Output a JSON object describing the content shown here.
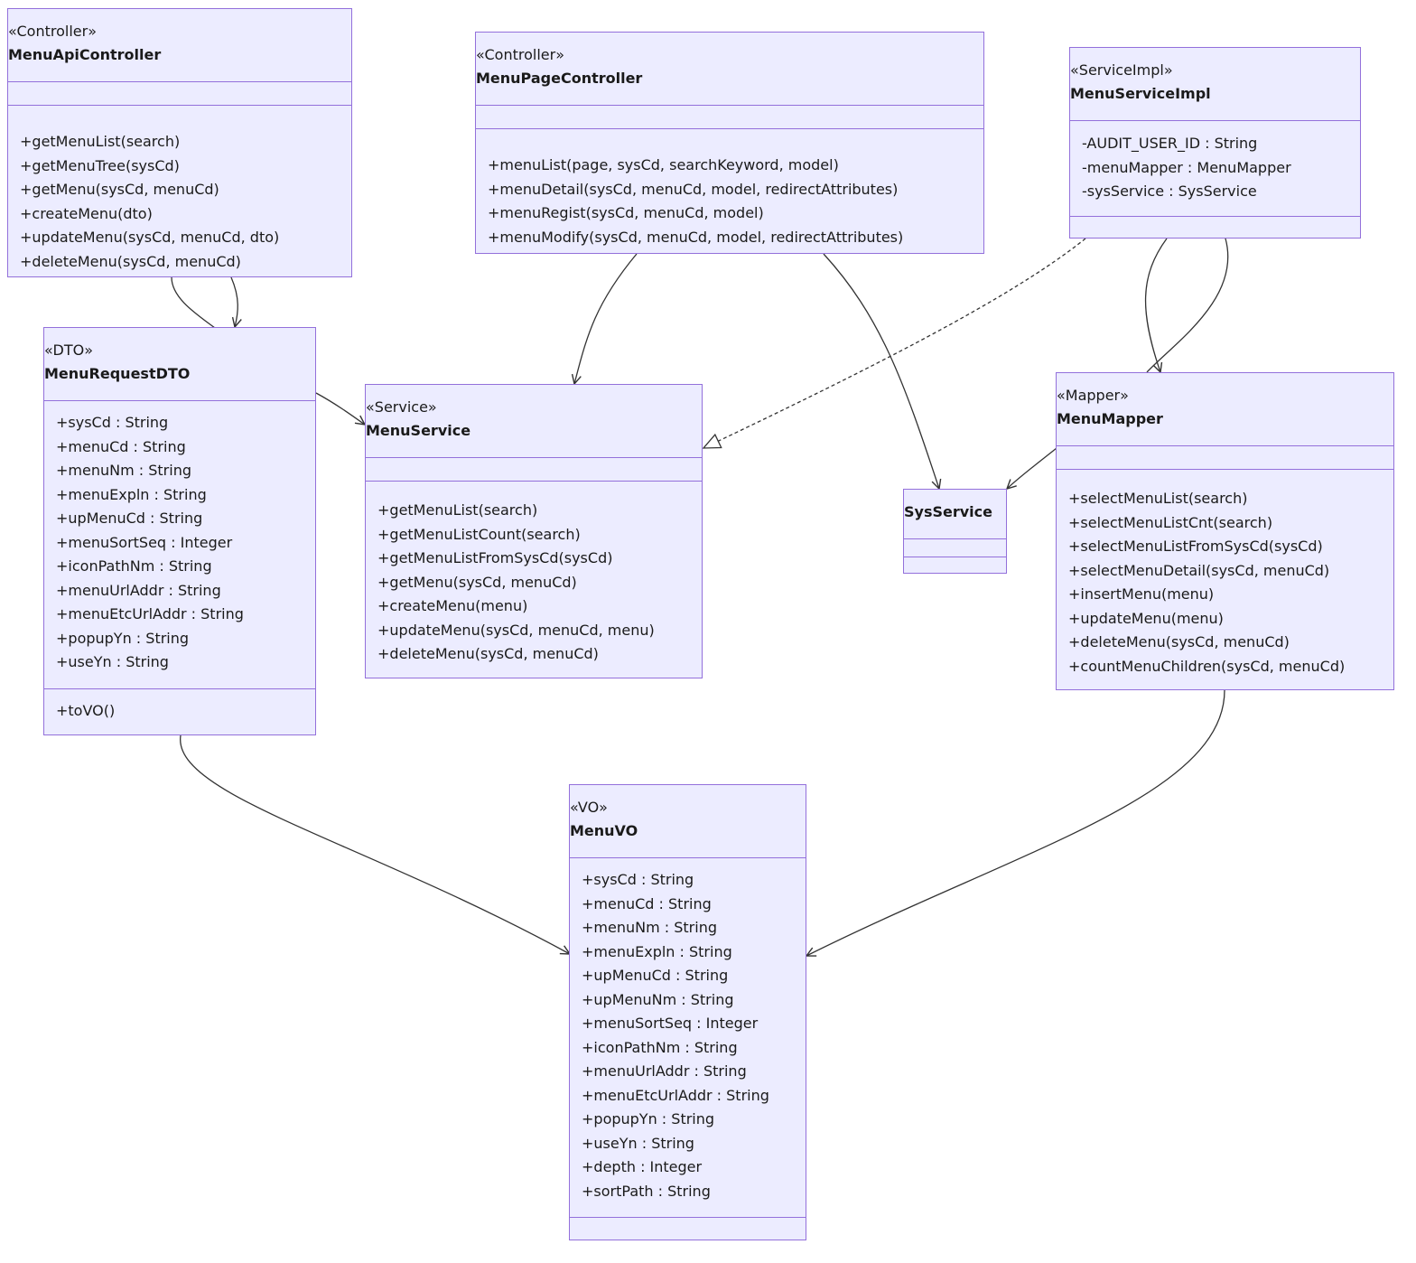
{
  "classes": [
    {
      "id": "menu-api-controller",
      "stereotype": "«Controller»",
      "name": "MenuApiController",
      "attributes": [],
      "methods": [
        "+getMenuList(search)",
        "+getMenuTree(sysCd)",
        "+getMenu(sysCd, menuCd)",
        "+createMenu(dto)",
        "+updateMenu(sysCd, menuCd, dto)",
        "+deleteMenu(sysCd, menuCd)"
      ]
    },
    {
      "id": "menu-page-controller",
      "stereotype": "«Controller»",
      "name": "MenuPageController",
      "attributes": [],
      "methods": [
        "+menuList(page, sysCd, searchKeyword, model)",
        "+menuDetail(sysCd, menuCd, model, redirectAttributes)",
        "+menuRegist(sysCd, menuCd, model)",
        "+menuModify(sysCd, menuCd, model, redirectAttributes)"
      ]
    },
    {
      "id": "menu-service-impl",
      "stereotype": "«ServiceImpl»",
      "name": "MenuServiceImpl",
      "attributes": [
        "-AUDIT_USER_ID : String",
        "-menuMapper : MenuMapper",
        "-sysService : SysService"
      ],
      "methods": []
    },
    {
      "id": "menu-request-dto",
      "stereotype": "«DTO»",
      "name": "MenuRequestDTO",
      "attributes": [
        "+sysCd : String",
        "+menuCd : String",
        "+menuNm : String",
        "+menuExpln : String",
        "+upMenuCd : String",
        "+menuSortSeq : Integer",
        "+iconPathNm : String",
        "+menuUrlAddr : String",
        "+menuEtcUrlAddr : String",
        "+popupYn : String",
        "+useYn : String"
      ],
      "methods": [
        "+toVO()"
      ]
    },
    {
      "id": "menu-service",
      "stereotype": "«Service»",
      "name": "MenuService",
      "attributes": [],
      "methods": [
        "+getMenuList(search)",
        "+getMenuListCount(search)",
        "+getMenuListFromSysCd(sysCd)",
        "+getMenu(sysCd, menuCd)",
        "+createMenu(menu)",
        "+updateMenu(sysCd, menuCd, menu)",
        "+deleteMenu(sysCd, menuCd)"
      ]
    },
    {
      "id": "sys-service",
      "stereotype": "",
      "name": "SysService",
      "attributes": [],
      "methods": []
    },
    {
      "id": "menu-mapper",
      "stereotype": "«Mapper»",
      "name": "MenuMapper",
      "attributes": [],
      "methods": [
        "+selectMenuList(search)",
        "+selectMenuListCnt(search)",
        "+selectMenuListFromSysCd(sysCd)",
        "+selectMenuDetail(sysCd, menuCd)",
        "+insertMenu(menu)",
        "+updateMenu(menu)",
        "+deleteMenu(sysCd, menuCd)",
        "+countMenuChildren(sysCd, menuCd)"
      ]
    },
    {
      "id": "menu-vo",
      "stereotype": "«VO»",
      "name": "MenuVO",
      "attributes": [
        "+sysCd : String",
        "+menuCd : String",
        "+menuNm : String",
        "+menuExpln : String",
        "+upMenuCd : String",
        "+upMenuNm : String",
        "+menuSortSeq : Integer",
        "+iconPathNm : String",
        "+menuUrlAddr : String",
        "+menuEtcUrlAddr : String",
        "+popupYn : String",
        "+useYn : String",
        "+depth : Integer",
        "+sortPath : String"
      ],
      "methods": []
    }
  ],
  "relations": [
    {
      "from": "menu-api-controller",
      "to": "menu-request-dto",
      "kind": "dependency"
    },
    {
      "from": "menu-api-controller",
      "to": "menu-service",
      "kind": "dependency"
    },
    {
      "from": "menu-page-controller",
      "to": "menu-service",
      "kind": "dependency"
    },
    {
      "from": "menu-page-controller",
      "to": "sys-service",
      "kind": "dependency"
    },
    {
      "from": "menu-service-impl",
      "to": "menu-service",
      "kind": "realization"
    },
    {
      "from": "menu-service-impl",
      "to": "menu-mapper",
      "kind": "dependency"
    },
    {
      "from": "menu-service-impl",
      "to": "sys-service",
      "kind": "dependency"
    },
    {
      "from": "menu-request-dto",
      "to": "menu-vo",
      "kind": "dependency"
    },
    {
      "from": "menu-mapper",
      "to": "menu-vo",
      "kind": "dependency"
    }
  ],
  "colors": {
    "box_fill": "#ececff",
    "box_border": "#9370db",
    "line": "#333333",
    "text": "#1a1a1a"
  }
}
